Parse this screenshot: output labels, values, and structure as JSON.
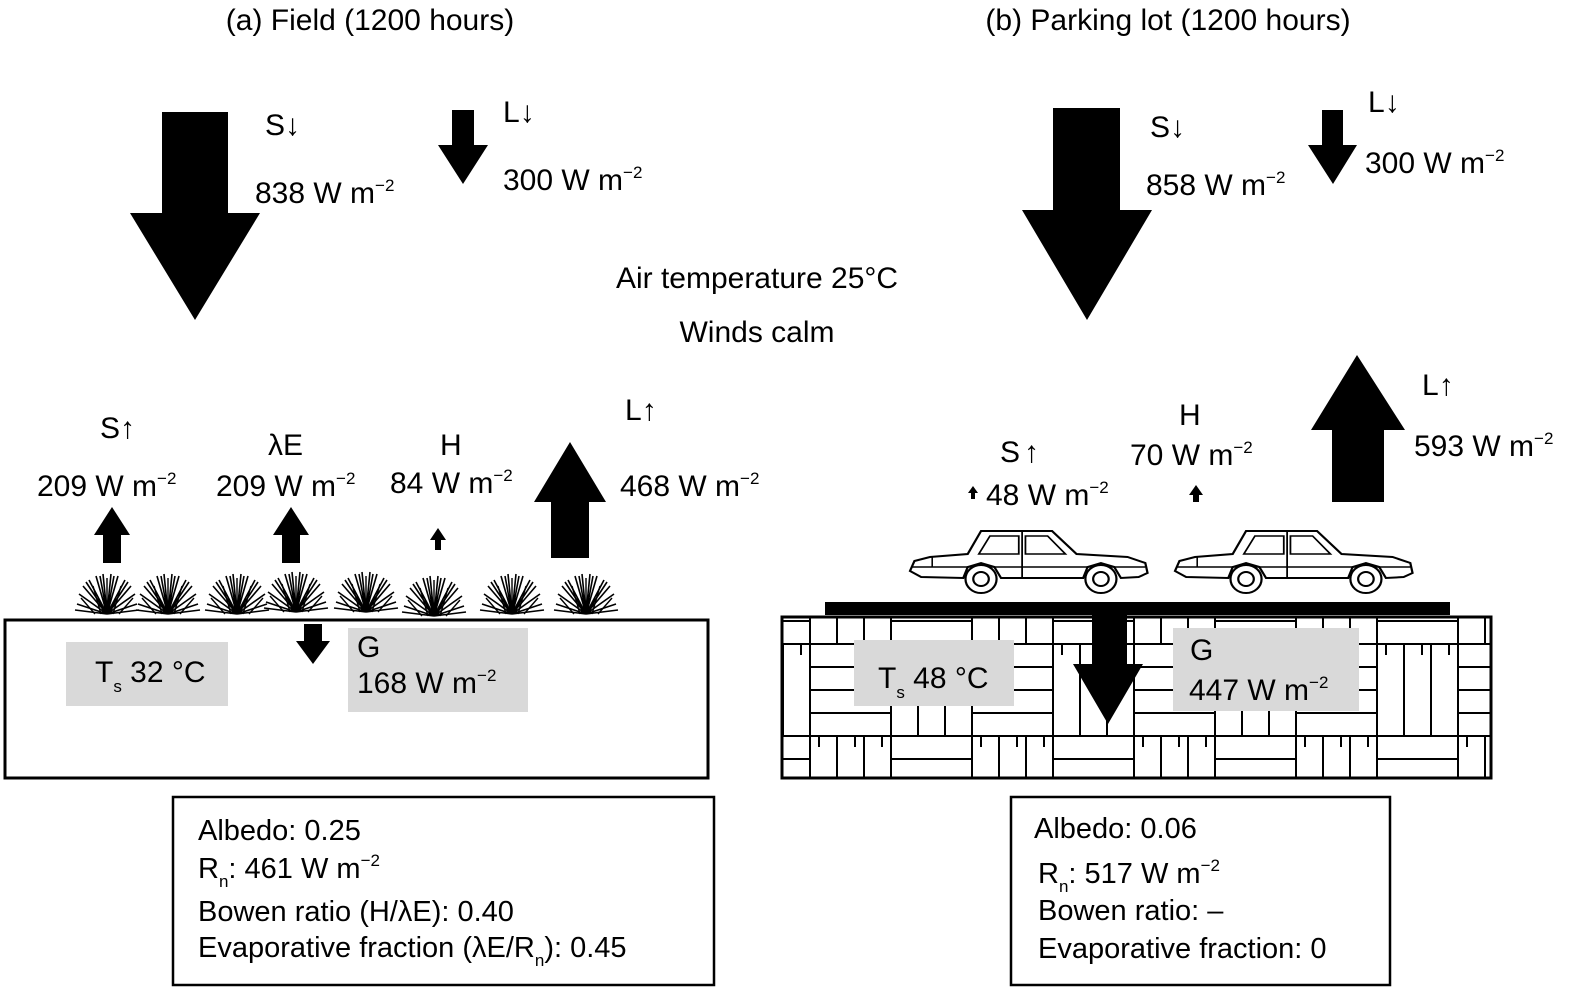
{
  "shared": {
    "air_temperature": "Air temperature 25°C",
    "winds": "Winds calm"
  },
  "field": {
    "title": "(a) Field (1200 hours)",
    "s_down": {
      "symbol": "S",
      "arrow": "↓",
      "value": "838 W m",
      "exp": "−2"
    },
    "l_down": {
      "symbol": "L",
      "arrow": "↓",
      "value": "300 W m",
      "exp": "−2"
    },
    "s_up": {
      "symbol": "S",
      "arrow": "↑",
      "value": "209 W m",
      "exp": "−2"
    },
    "latent": {
      "symbol": "λE",
      "value": "209 W m",
      "exp": "−2"
    },
    "h": {
      "symbol": "H",
      "value": "84 W m",
      "exp": "−2"
    },
    "l_up": {
      "symbol": "L",
      "arrow": "↑",
      "value": "468 W m",
      "exp": "−2"
    },
    "g": {
      "symbol": "G",
      "value": "168 W m",
      "exp": "−2"
    },
    "ts": {
      "symbol": "T",
      "sub": "s",
      "value": " 32 °C"
    },
    "stats": {
      "albedo": "Albedo: 0.25",
      "rn_symbol": "R",
      "rn_sub": "n",
      "rn_value": ": 461 W m",
      "rn_exp": "−2",
      "bowen": "Bowen ratio (H/λE): 0.40",
      "evap_prefix": "Evaporative fraction (λE/R",
      "evap_sub": "n",
      "evap_suffix": "): 0.45"
    }
  },
  "parking": {
    "title": "(b) Parking lot (1200 hours)",
    "s_down": {
      "symbol": "S",
      "arrow": "↓",
      "value": "858 W m",
      "exp": "−2"
    },
    "l_down": {
      "symbol": "L",
      "arrow": "↓",
      "value": "300 W m",
      "exp": "−2"
    },
    "s_up": {
      "symbol": "S",
      "arrow": "↑",
      "value": "48 W m",
      "exp": "−2"
    },
    "h": {
      "symbol": "H",
      "value": "70 W m",
      "exp": "−2"
    },
    "l_up": {
      "symbol": "L",
      "arrow": "↑",
      "value": "593 W m",
      "exp": "−2"
    },
    "g": {
      "symbol": "G",
      "value": "447 W m",
      "exp": "−2"
    },
    "ts": {
      "symbol": "T",
      "sub": "s",
      "value": " 48 °C"
    },
    "stats": {
      "albedo": "Albedo: 0.06",
      "rn_symbol": "R",
      "rn_sub": "n",
      "rn_value": ": 517 W m",
      "rn_exp": "−2",
      "bowen": "Bowen ratio: –",
      "evap": "Evaporative fraction: 0"
    }
  }
}
